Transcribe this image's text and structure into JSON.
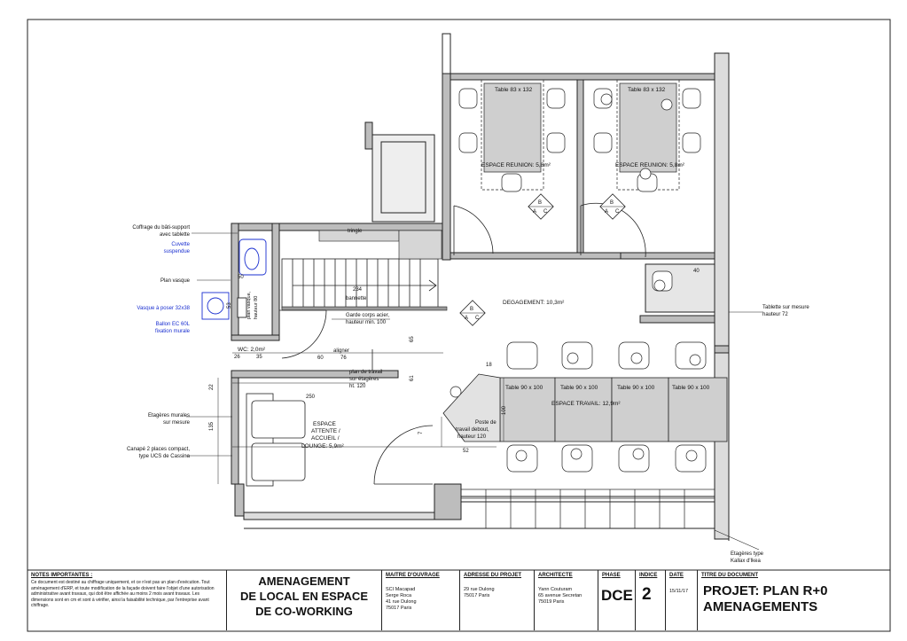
{
  "rooms": {
    "reunion_1": {
      "table": "Table 83 x 132",
      "label": "ESPACE REUNION: 5,8m²"
    },
    "reunion_2": {
      "table": "Table 83 x 132",
      "label": "ESPACE REUNION: 5,8m²"
    },
    "degagement": "DEGAGEMENT: 10,3m²",
    "travail": {
      "label": "ESPACE TRAVAIL: 12,9m²",
      "tables": [
        "Table 90 x 100",
        "Table 90 x 100",
        "Table 90 x 100",
        "Table 90 x 100"
      ]
    },
    "attente": [
      "ESPACE",
      "ATTENTE /",
      "ACCUEIL /",
      "LOUNGE: 5,9m²"
    ],
    "wc": "WC: 2,0m²"
  },
  "annotations": {
    "tringle": "tringle",
    "bannette": "bannette",
    "dim_234": "234",
    "garde_corps": [
      "Garde corps acier,",
      "hauteur min. 100"
    ],
    "aligner": "aligner",
    "plan_travail": [
      "plan de travail",
      "sur étagères",
      "ht. 120"
    ],
    "poste_debout": [
      "Poste de",
      "travail debout,",
      "hauteur 120"
    ],
    "plan_vasque_side": [
      "plan vasque,",
      "hauteur 80"
    ],
    "tablette_40": "40",
    "dim_250": "250",
    "dim_52": "52",
    "dim_100": "100",
    "dim_65": "65",
    "dim_18": "18",
    "dim_76": "76",
    "dim_26": "26",
    "dim_60": "60",
    "dim_35": "35",
    "dim_22": "22",
    "dim_135": "135",
    "dim_50": "50",
    "dim_7": "7",
    "dim_61": "61",
    "dim_53": "53",
    "labels_left": [
      [
        "Coffrage du bâti-support",
        "avec tablette"
      ],
      [
        "Plan vasque"
      ],
      [
        "Etagères murales",
        "sur mesure"
      ],
      [
        "Canapé 2 places compact,",
        "type UCS de Cassina"
      ]
    ],
    "labels_left_blue": [
      [
        "Cuvette",
        "suspendue"
      ],
      [
        "Vasque à poser 32x38"
      ],
      [
        "Ballon EC 60L",
        "fixation murale"
      ]
    ],
    "tablette_mesure": [
      "Tablette sur mesure",
      "hauteur 72"
    ],
    "etageres_type": [
      "Etagères type",
      "Kallax d'Ikea"
    ]
  },
  "callouts": [
    {
      "top": "B",
      "left": "A",
      "right": "C"
    },
    {
      "top": "B",
      "left": "A",
      "right": "C"
    },
    {
      "top": "B",
      "left": "A",
      "right": "C"
    }
  ],
  "title_block": {
    "notes_title": "NOTES IMPORTANTES :",
    "notes_text": "Ce document est destiné au chiffrage uniquement, et ce n'est pas un plan d'exécution. Tout aménagement d'ERP, et toute modification de la façade doivent faire l'objet d'une autorisation administrative avant travaux, qui doit être affichée au moins 2 mois avant travaux. Les dimensions sont en cm et sont à vérifier, ainsi la faisabilité technique, par l'entreprise avant chiffrage.",
    "project": [
      "AMENAGEMENT",
      "DE LOCAL EN ESPACE",
      "DE CO-WORKING"
    ],
    "maitre_title": "MAITRE D'OUVRAGE",
    "maitre": [
      "SCI Macapad",
      "Serge Roca",
      "41 rue Dulong",
      "75017 Paris"
    ],
    "adresse_title": "ADRESSE DU PROJET",
    "adresse": [
      "29 rue Dulong",
      "75017 Paris"
    ],
    "architecte_title": "ARCHITECTE",
    "architecte": [
      "Yann Couturam",
      "65 avenue Secretan",
      "75019 Paris"
    ],
    "phase_title": "PHASE",
    "phase": "DCE",
    "indice_title": "INDICE",
    "indice": "2",
    "date_title": "DATE",
    "date": "15/11/17",
    "titre_title": "TITRE DU DOCUMENT",
    "titre": [
      "PROJET: PLAN R+0",
      "AMENAGEMENTS"
    ]
  }
}
